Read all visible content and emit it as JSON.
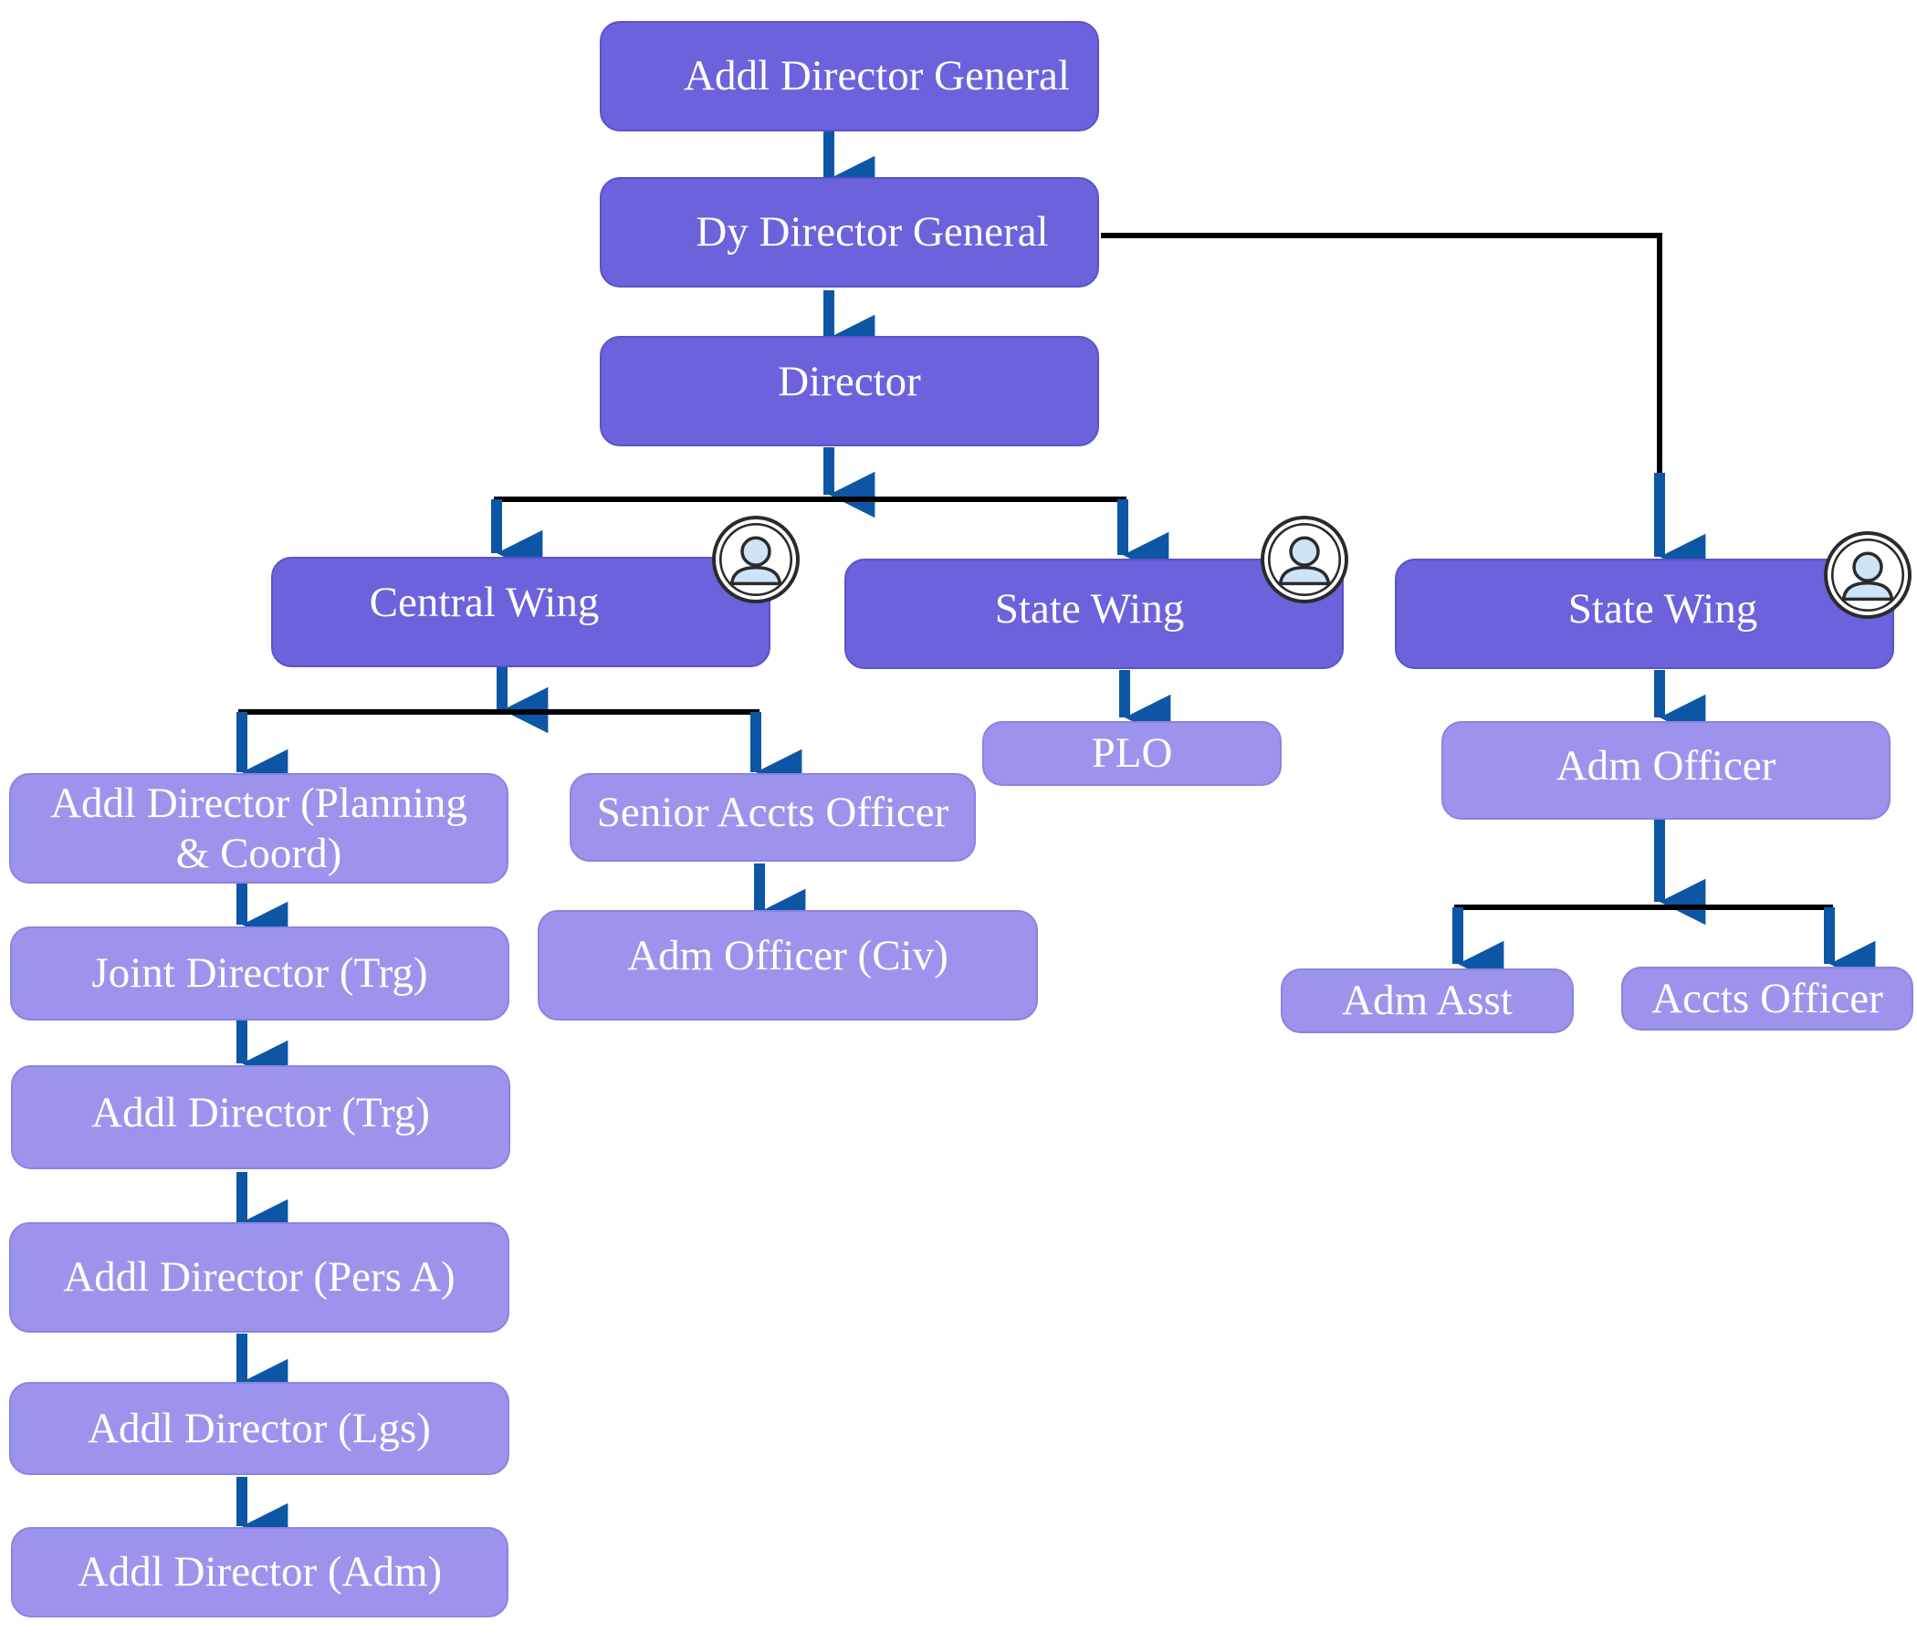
{
  "nodes": {
    "adg": "Addl Director General",
    "ddg": "Dy Director General",
    "director": "Director",
    "central_wing": "Central Wing",
    "state_wing_1": "State Wing",
    "state_wing_2": "State Wing",
    "addl_dir_planning": "Addl Director (Planning & Coord)",
    "joint_dir_trg": "Joint Director (Trg)",
    "addl_dir_trg": "Addl Director (Trg)",
    "addl_dir_pers": "Addl Director (Pers A)",
    "addl_dir_lgs": "Addl Director (Lgs)",
    "addl_dir_adm": "Addl Director (Adm)",
    "senior_accts": "Senior Accts Officer",
    "adm_officer_civ": "Adm Officer (Civ)",
    "plo": "PLO",
    "adm_officer": "Adm Officer",
    "adm_asst": "Adm Asst",
    "accts_officer": "Accts Officer"
  },
  "icons": {
    "avatar": "user-avatar-icon"
  },
  "colors": {
    "dark_box": "#6b62dc",
    "light_box": "#9c94ec",
    "arrow": "#0d56a6",
    "connector": "#000000",
    "text": "#ffffff"
  }
}
